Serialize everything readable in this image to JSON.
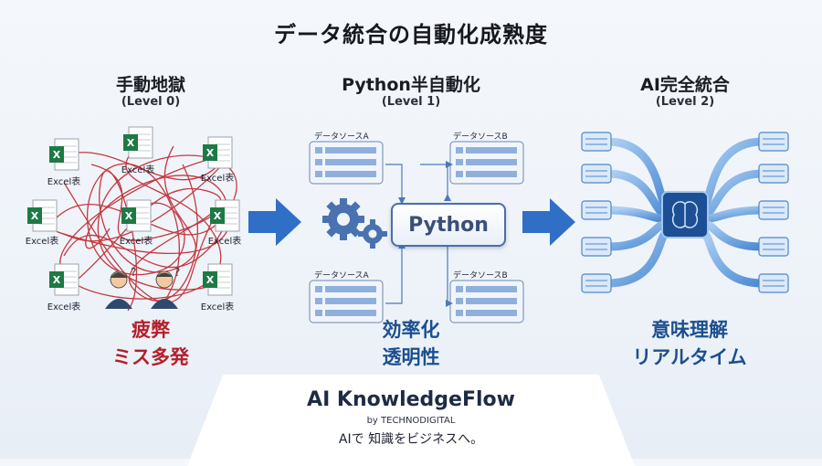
{
  "title": "データ統合の自動化成熟度",
  "columns": [
    {
      "title": "手動地獄",
      "level": "(Level 0)",
      "line1": "疲弊",
      "line2": "ミス多発"
    },
    {
      "title": "Python半自動化",
      "level": "(Level 1)",
      "line1": "効率化",
      "line2": "透明性"
    },
    {
      "title": "AI完全統合",
      "level": "(Level 2)",
      "line1": "意味理解",
      "line2": "リアルタイム"
    }
  ],
  "excel_label": "Excel表",
  "excel_icon_letter": "X",
  "sources": {
    "a": "データソースA",
    "b": "データソースB"
  },
  "python_label": "Python",
  "brand": {
    "name": "AI KnowledgeFlow",
    "by": "by TECHNODIGITAL",
    "tagline": "AIで 知識をビジネスへ。"
  },
  "colors": {
    "excel_green": "#1e7a45",
    "tangle_red": "#c0242c",
    "arrow_blue": "#2f6fc6",
    "ai_blue": "#3a7fd0"
  }
}
